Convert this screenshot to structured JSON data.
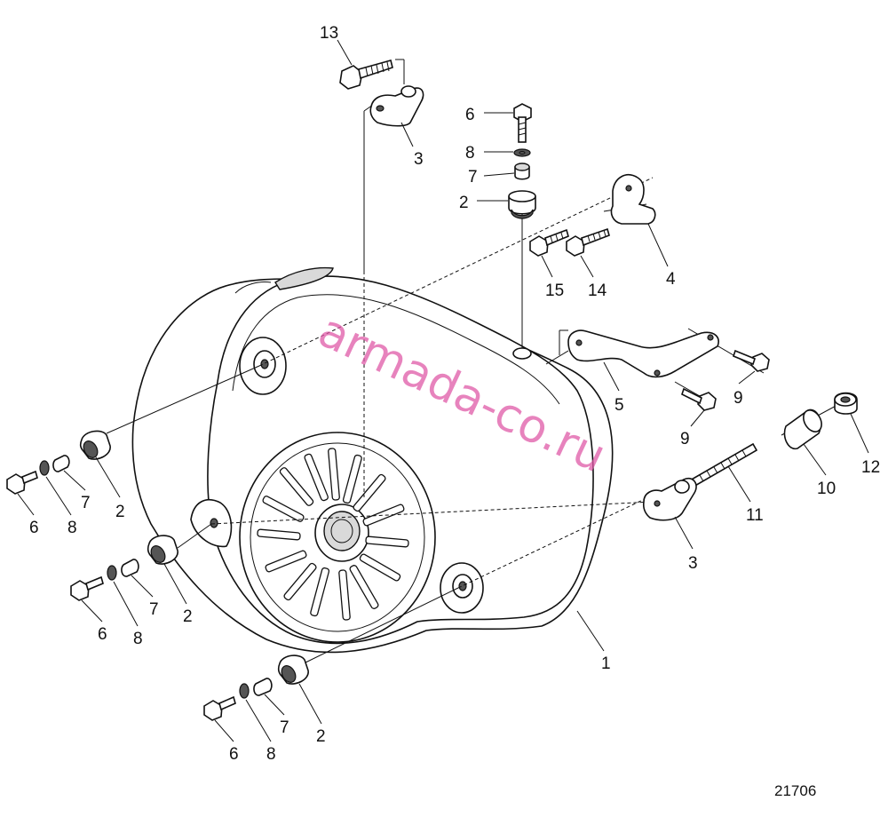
{
  "diagram": {
    "drawing_number": "21706",
    "watermark": "armada-co.ru",
    "callouts": [
      {
        "id": "c13",
        "text": "13"
      },
      {
        "id": "c3a",
        "text": "3"
      },
      {
        "id": "c6a",
        "text": "6"
      },
      {
        "id": "c8a",
        "text": "8"
      },
      {
        "id": "c7a",
        "text": "7"
      },
      {
        "id": "c2a",
        "text": "2"
      },
      {
        "id": "c15",
        "text": "15"
      },
      {
        "id": "c14",
        "text": "14"
      },
      {
        "id": "c4",
        "text": "4"
      },
      {
        "id": "c5",
        "text": "5"
      },
      {
        "id": "c9a",
        "text": "9"
      },
      {
        "id": "c9b",
        "text": "9"
      },
      {
        "id": "c12",
        "text": "12"
      },
      {
        "id": "c10",
        "text": "10"
      },
      {
        "id": "c11",
        "text": "11"
      },
      {
        "id": "c3b",
        "text": "3"
      },
      {
        "id": "c1",
        "text": "1"
      },
      {
        "id": "c6b",
        "text": "6"
      },
      {
        "id": "c8b",
        "text": "8"
      },
      {
        "id": "c7b",
        "text": "7"
      },
      {
        "id": "c2b",
        "text": "2"
      },
      {
        "id": "c6c",
        "text": "6"
      },
      {
        "id": "c8c",
        "text": "8"
      },
      {
        "id": "c7c",
        "text": "7"
      },
      {
        "id": "c2c",
        "text": "2"
      },
      {
        "id": "c6d",
        "text": "6"
      },
      {
        "id": "c8d",
        "text": "8"
      },
      {
        "id": "c7d",
        "text": "7"
      },
      {
        "id": "c2d",
        "text": "2"
      }
    ]
  }
}
